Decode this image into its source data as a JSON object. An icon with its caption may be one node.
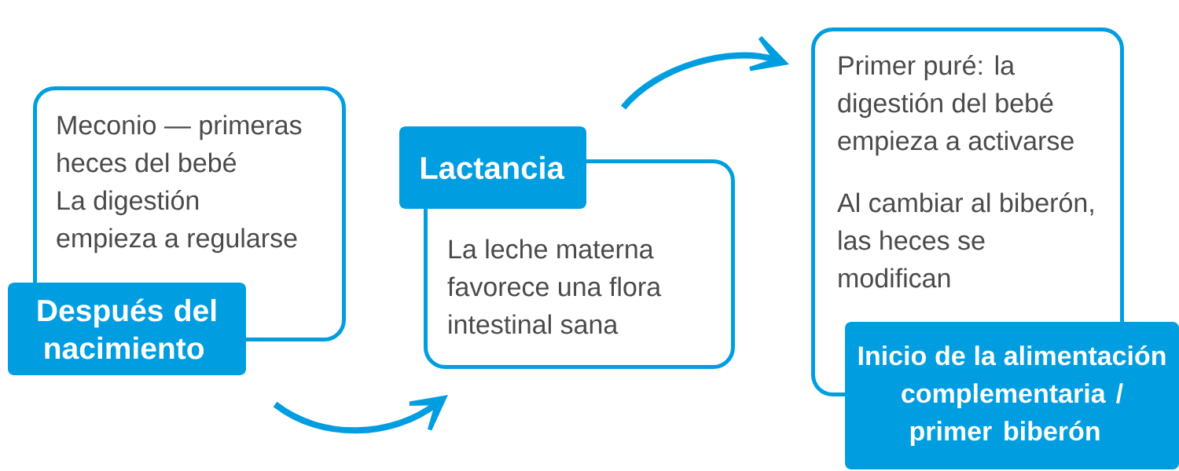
{
  "diagram": {
    "nodes": [
      {
        "text": [
          "Meconio — primeras heces del bebé",
          "La digestión empieza a regularse"
        ]
      },
      {
        "text": [
          "Después del nacimiento"
        ]
      },
      {
        "text": [
          "Lactancia"
        ]
      },
      {
        "text": [
          "La leche materna favorece una flora intestinal sana"
        ]
      },
      {
        "text": [
          "Primer puré: la digestión del bebé empieza a activarse",
          "Al cambiar al biberón, las heces se modifican"
        ]
      },
      {
        "text": [
          "Inicio de la alimentación complementaria / primer biberón"
        ]
      }
    ],
    "edges": [
      {
        "from": 1,
        "to": 3,
        "arrow": "to"
      },
      {
        "from": 2,
        "to": 4,
        "arrow": "to"
      }
    ]
  }
}
